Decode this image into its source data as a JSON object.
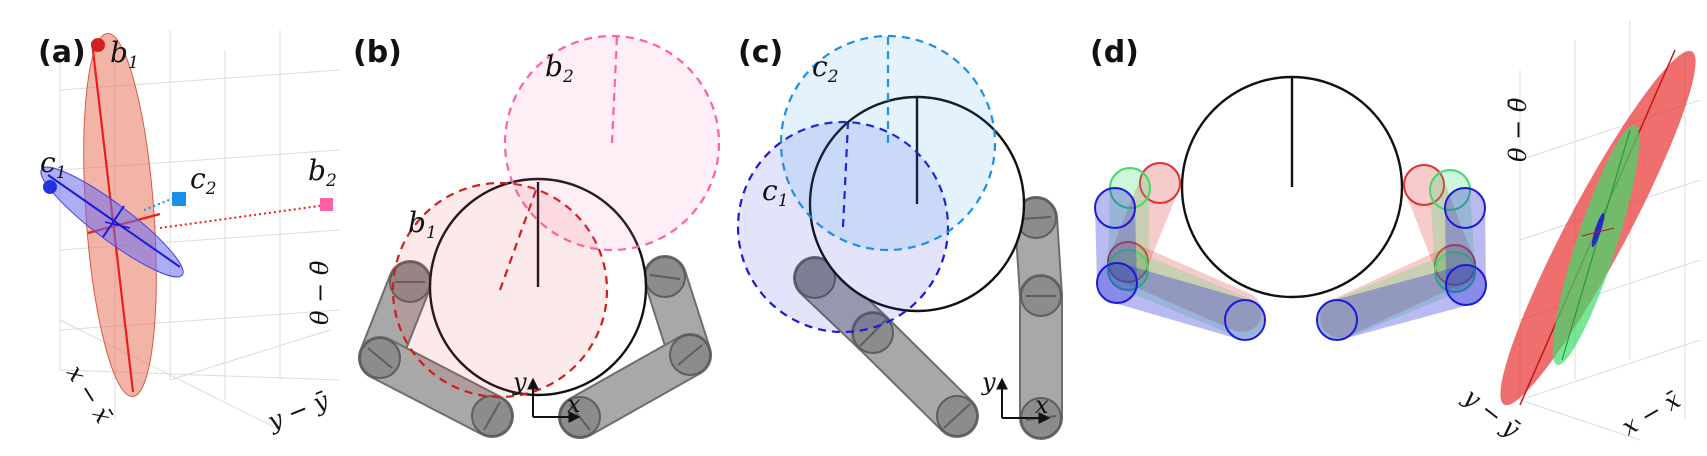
{
  "panels": {
    "a": {
      "label": "(a)",
      "points": {
        "b1": {
          "base": "b",
          "sub": "1",
          "color": "#d42020"
        },
        "c1": {
          "base": "c",
          "sub": "1",
          "color": "#2233dd"
        },
        "c2": {
          "base": "c",
          "sub": "2",
          "color": "#1a90e8"
        },
        "b2": {
          "base": "b",
          "sub": "2",
          "color": "#ff5fa8"
        }
      },
      "axis_labels": {
        "x": "x − x̄",
        "y": "y − ȳ",
        "theta": "θ − θ̄"
      }
    },
    "b": {
      "label": "(b)",
      "circle_labels": {
        "b1": {
          "base": "b",
          "sub": "1"
        },
        "b2": {
          "base": "b",
          "sub": "2"
        }
      },
      "frame": {
        "x": "x",
        "y": "y"
      }
    },
    "c": {
      "label": "(c)",
      "circle_labels": {
        "c1": {
          "base": "c",
          "sub": "1"
        },
        "c2": {
          "base": "c",
          "sub": "2"
        }
      },
      "frame": {
        "x": "x",
        "y": "y"
      }
    },
    "d": {
      "label": "(d)",
      "axis_labels": {
        "theta": "θ − θ̄",
        "y": "y − ȳ",
        "x": "x − x̄"
      }
    }
  },
  "colors": {
    "red": "#e03030",
    "pink": "#ff5fa8",
    "blue": "#1a1ad8",
    "light_blue": "#1a90e8",
    "green": "#3ddc6a",
    "gray": "#9a9a9a"
  }
}
